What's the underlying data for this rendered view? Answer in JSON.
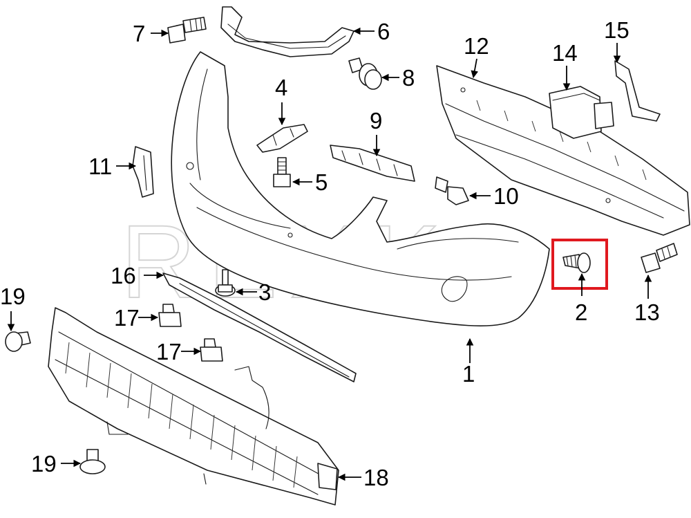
{
  "watermark": "REXKA",
  "highlight_color": "#e0191f",
  "line_color": "#000000",
  "callouts": [
    {
      "id": "1",
      "label": "1"
    },
    {
      "id": "2",
      "label": "2",
      "highlighted": true
    },
    {
      "id": "3",
      "label": "3"
    },
    {
      "id": "4",
      "label": "4"
    },
    {
      "id": "5",
      "label": "5"
    },
    {
      "id": "6",
      "label": "6"
    },
    {
      "id": "7",
      "label": "7"
    },
    {
      "id": "8",
      "label": "8"
    },
    {
      "id": "9",
      "label": "9"
    },
    {
      "id": "10",
      "label": "10"
    },
    {
      "id": "11",
      "label": "11"
    },
    {
      "id": "12",
      "label": "12"
    },
    {
      "id": "13",
      "label": "13"
    },
    {
      "id": "14",
      "label": "14"
    },
    {
      "id": "15",
      "label": "15"
    },
    {
      "id": "16",
      "label": "16"
    },
    {
      "id": "17a",
      "label": "17"
    },
    {
      "id": "17b",
      "label": "17"
    },
    {
      "id": "18",
      "label": "18"
    },
    {
      "id": "19a",
      "label": "19"
    },
    {
      "id": "19b",
      "label": "19"
    }
  ]
}
